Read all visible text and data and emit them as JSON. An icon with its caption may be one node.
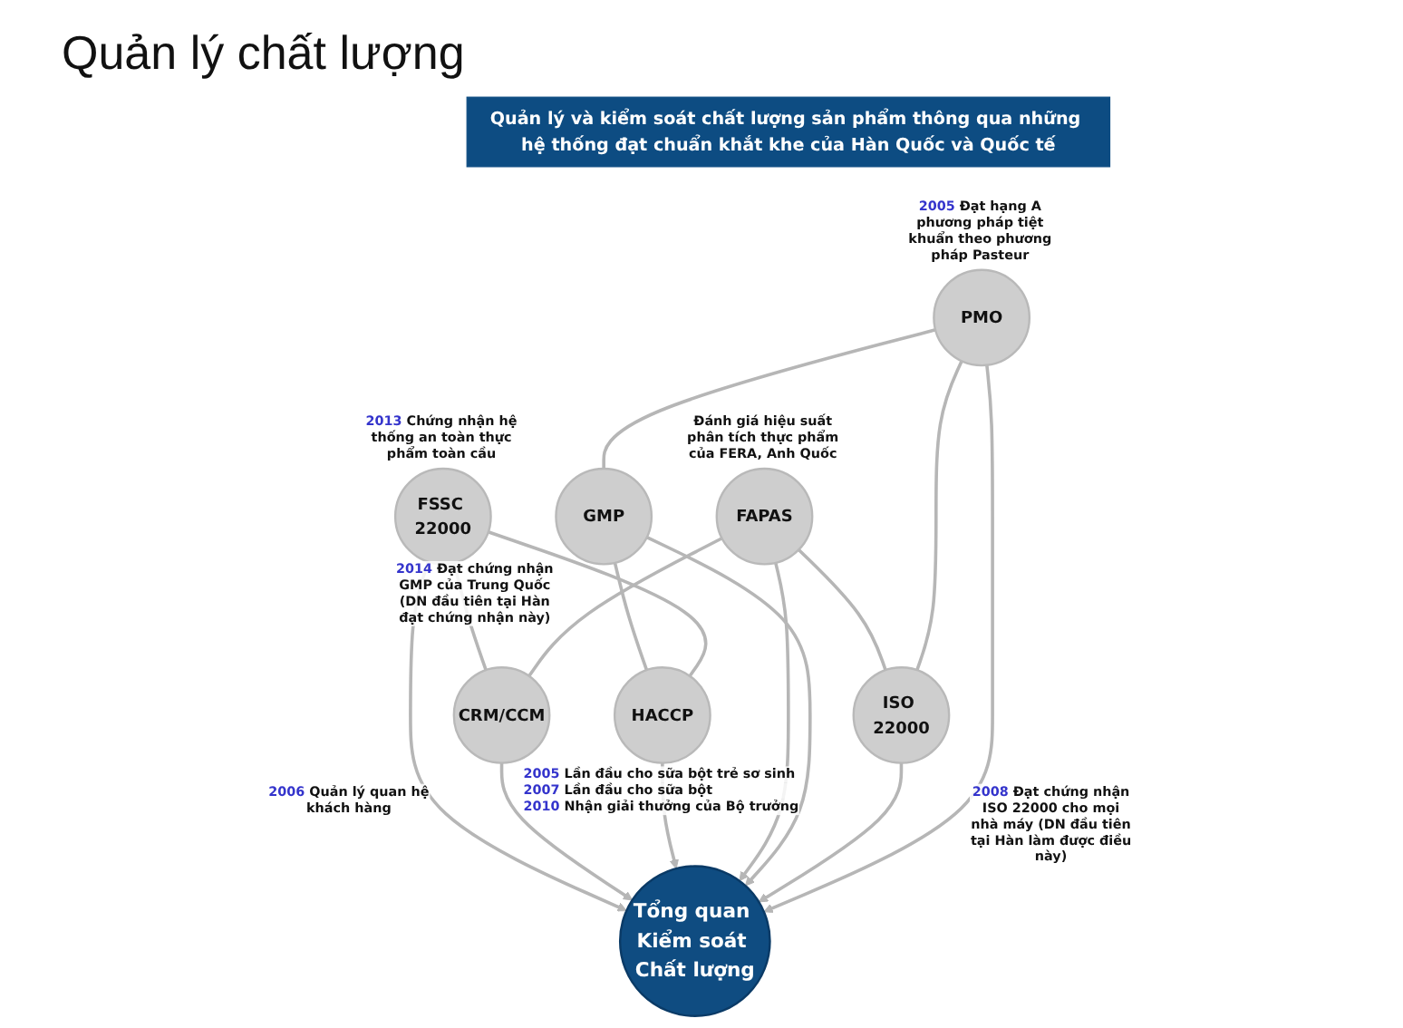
{
  "diagram": {
    "title": "Quản lý chất lượng",
    "nodes": [
      {
        "text": [
          "Quản lý và kiểm soát chất lượng sản phẩm thông qua những hệ thống đạt chuẩn khắt khe của Hàn Quốc và Quốc tế"
        ]
      },
      {
        "text": [
          "Tổng quan Kiểm soát Chất lượng"
        ]
      },
      {
        "text": [
          "FSSC 22000"
        ],
        "beside": [
          "2013 Chứng nhận hệ thống an toàn thực phẩm toàn cầu"
        ]
      },
      {
        "text": [
          "CRM/CCM"
        ],
        "beside": [
          "2006 Quản lý quan hệ khách hàng"
        ]
      },
      {
        "text": [
          "HACCP"
        ],
        "beside": [
          "2005 Lần đầu cho sữa bột trẻ sơ sinh",
          "2007 Lần đầu cho sữa bột",
          "2010 Nhận giải thưởng của Bộ trưởng"
        ]
      },
      {
        "text": [
          "FAPAS"
        ],
        "beside": [
          "Đánh giá hiệu suất phân tích thực phẩm của FERA, Anh Quốc"
        ]
      },
      {
        "text": [
          "GMP"
        ],
        "beside": [
          "2014 Đạt chứng nhận GMP của Trung Quốc (DN đầu tiên tại Hàn đạt chứng nhận này)"
        ]
      },
      {
        "text": [
          "ISO 22000"
        ],
        "beside": [
          "2008 Đạt chứng nhận ISO 22000 cho mọi nhà máy (DN đầu tiên tại Hàn làm được điều này)"
        ]
      },
      {
        "text": [
          "PMO"
        ],
        "beside": [
          "2005 Đạt hạng A phương pháp tiệt khuẩn theo phương pháp Pasteur"
        ]
      }
    ],
    "edges": [
      {
        "from": 2,
        "to": 1,
        "arrow": "to"
      },
      {
        "from": 3,
        "to": 1,
        "arrow": "to"
      },
      {
        "from": 4,
        "to": 1,
        "arrow": "to"
      },
      {
        "from": 5,
        "to": 1,
        "arrow": "to"
      },
      {
        "from": 6,
        "to": 1,
        "arrow": "to"
      },
      {
        "from": 7,
        "to": 1,
        "arrow": "to"
      },
      {
        "from": 8,
        "to": 1,
        "arrow": "to"
      },
      {
        "from": 2,
        "to": 3,
        "arrow": "none"
      },
      {
        "from": 5,
        "to": 3,
        "arrow": "none"
      },
      {
        "from": 5,
        "to": 7,
        "arrow": "none"
      },
      {
        "from": 8,
        "to": 7,
        "arrow": "none"
      },
      {
        "from": 8,
        "to": 6,
        "arrow": "none"
      },
      {
        "from": 6,
        "to": 4,
        "arrow": "none"
      },
      {
        "from": 2,
        "to": 4,
        "arrow": "none"
      }
    ]
  }
}
